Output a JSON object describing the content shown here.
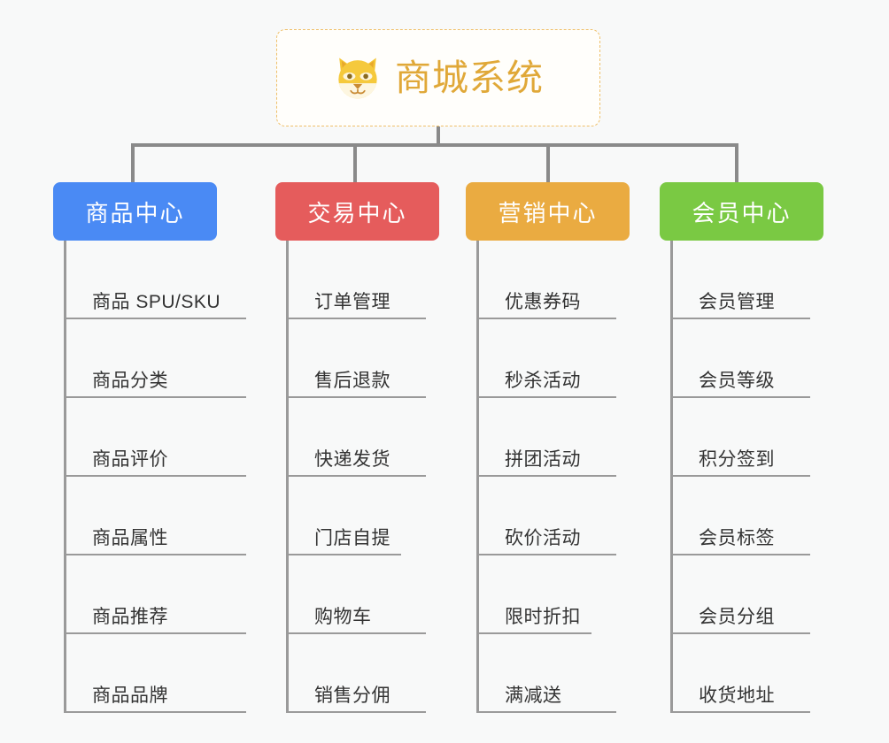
{
  "background_color": "#f8f9f9",
  "root": {
    "icon": "dog-face-emoji",
    "title": "商城系统",
    "title_color": "#e0a838",
    "border_color": "#efc06a"
  },
  "connector_color": "#8a8a8a",
  "columns": [
    {
      "id": "product-center",
      "label": "商品中心",
      "color": "#4a8af4",
      "items": [
        "商品 SPU/SKU",
        "商品分类",
        "商品评价",
        "商品属性",
        "商品推荐",
        "商品品牌"
      ]
    },
    {
      "id": "trade-center",
      "label": "交易中心",
      "color": "#e55c5c",
      "items": [
        "订单管理",
        "售后退款",
        "快递发货",
        "门店自提",
        "购物车",
        "销售分佣"
      ]
    },
    {
      "id": "marketing-center",
      "label": "营销中心",
      "color": "#eaab41",
      "items": [
        "优惠券码",
        "秒杀活动",
        "拼团活动",
        "砍价活动",
        "限时折扣",
        "满减送"
      ]
    },
    {
      "id": "member-center",
      "label": "会员中心",
      "color": "#7ac943",
      "items": [
        "会员管理",
        "会员等级",
        "积分签到",
        "会员标签",
        "会员分组",
        "收货地址"
      ]
    }
  ]
}
